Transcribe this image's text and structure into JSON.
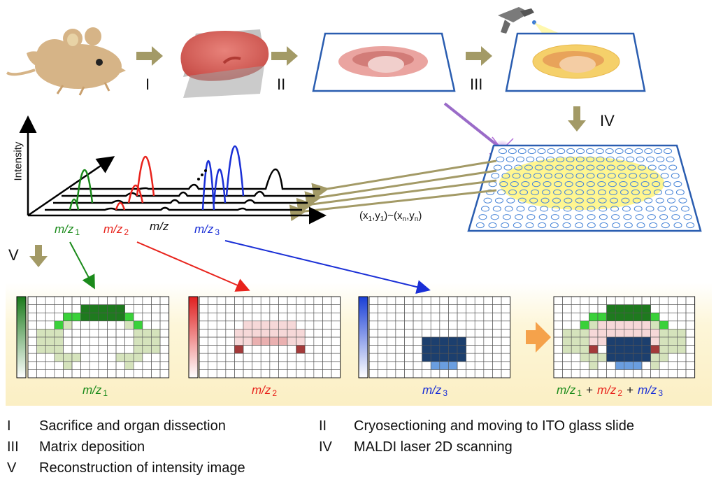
{
  "steps": {
    "I": "I",
    "II": "II",
    "III": "III",
    "IV": "IV",
    "V": "V"
  },
  "spectrum": {
    "y_axis_label": "Intensity",
    "x_axis_label": "m/z",
    "coordinates": {
      "x1": "x",
      "s1": "1",
      "y1": "y",
      "t1": "1",
      "xn": "x",
      "sn": "n",
      "yn": "y",
      "tn": "n"
    }
  },
  "mz_labels": {
    "base": "m/z",
    "one": "1",
    "two": "2",
    "three": "3",
    "plus": "+"
  },
  "legend": {
    "I_num": "I",
    "I_text": "Sacrifice and organ dissection",
    "II_num": "II",
    "II_text": "Cryosectioning and moving to ITO glass slide",
    "III_num": "III",
    "III_text": "Matrix deposition",
    "IV_num": "IV",
    "IV_text": "MALDI laser 2D scanning",
    "V_num": "V",
    "V_text": "Reconstruction of intensity image"
  },
  "colors": {
    "green": "#1a8a1a",
    "red": "#e8231c",
    "blue": "#1a2fd6",
    "arrow": "#a39a66",
    "slide_border": "#2a5db0",
    "highlight_arrow": "#f5a24b"
  }
}
